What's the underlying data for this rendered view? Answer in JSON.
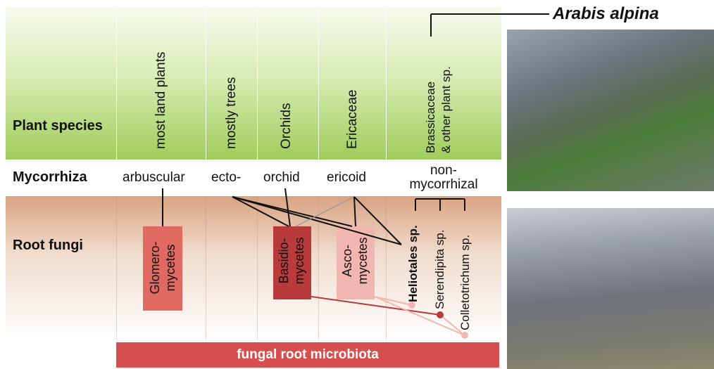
{
  "row_labels": {
    "plant_species": "Plant species",
    "mycorrhiza": "Mycorrhiza",
    "root_fungi": "Root fungi"
  },
  "plants": {
    "most_land_plants": "most land plants",
    "mostly_trees": "mostly trees",
    "orchids": "Orchids",
    "ericaceae": "Ericaceae",
    "brassicaceae_line1": "Brassicaceae",
    "brassicaceae_line2": "& other plant sp."
  },
  "mycorrhiza": {
    "arbuscular": "arbuscular",
    "ecto": "ecto-",
    "orchid": "orchid",
    "ericoid": "ericoid",
    "non_line1": "non-",
    "non_line2": "mycorrhizal"
  },
  "fungi": {
    "glomero_line1": "Glomero-",
    "glomero_line2": "mycetes",
    "basidio_line1": "Basidio-",
    "basidio_line2": "mycetes",
    "asco_line1": "Asco-",
    "asco_line2": "mycetes",
    "heliotales": "Heliotales sp.",
    "serendipita": "Serendipita sp.",
    "colletotrichum": "Colletotrichum sp."
  },
  "bottom_bar": "fungal root microbiota",
  "photo_title": "Arabis alpina",
  "colors": {
    "glomero_box": "#e06a62",
    "basidio_box": "#b83a3a",
    "asco_box": "#f2b6b0",
    "bottom_bar": "#d64f4f",
    "plant_band": "#9fcd5a",
    "fungi_band": "#d9a382"
  }
}
